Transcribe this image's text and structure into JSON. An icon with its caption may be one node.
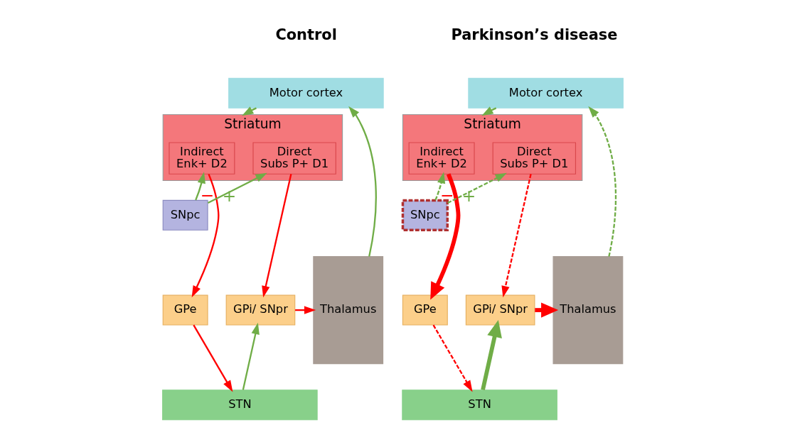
{
  "diagram": {
    "nodes": [
      {
        "text": [
          "Motor cortex"
        ]
      },
      {
        "text": [
          "Striatum"
        ]
      },
      {
        "text": [
          "Indirect",
          "Enk+ D2"
        ],
        "in": 1
      },
      {
        "text": [
          "Direct",
          "Subs P+ D1"
        ],
        "in": 1
      },
      {
        "text": [
          "SNpc"
        ]
      },
      {
        "text": [
          "GPe"
        ]
      },
      {
        "text": [
          "GPi/ SNpr"
        ]
      },
      {
        "text": [
          "Thalamus"
        ]
      },
      {
        "text": [
          "STN"
        ]
      },
      {
        "text": [
          "Motor cortex"
        ]
      },
      {
        "text": [
          "Striatum"
        ]
      },
      {
        "text": [
          "Indirect",
          "Enk+ D2"
        ],
        "in": 10
      },
      {
        "text": [
          "Direct",
          "Subs P+ D1"
        ],
        "in": 10
      },
      {
        "text": [
          "SNpc"
        ]
      },
      {
        "text": [
          "GPe"
        ]
      },
      {
        "text": [
          "GPi/ SNpr"
        ]
      },
      {
        "text": [
          "Thalamus"
        ]
      },
      {
        "text": [
          "STN"
        ]
      }
    ],
    "edges": [
      {
        "from": 0,
        "to": 1,
        "arrow": "to"
      },
      {
        "from": 7,
        "to": 0,
        "arrow": "to"
      },
      {
        "from": 4,
        "to": 2,
        "arrow": "to",
        "label": "−"
      },
      {
        "from": 4,
        "to": 3,
        "arrow": "to",
        "label": "+"
      },
      {
        "from": 2,
        "to": 5,
        "arrow": "to",
        "color": "#ff0000"
      },
      {
        "from": 3,
        "to": 6,
        "arrow": "to",
        "color": "#ff0000"
      },
      {
        "from": 6,
        "to": 7,
        "arrow": "to",
        "color": "#ff0000"
      },
      {
        "from": 5,
        "to": 8,
        "arrow": "to",
        "color": "#ff0000"
      },
      {
        "from": 8,
        "to": 6,
        "arrow": "to"
      },
      {
        "from": 9,
        "to": 10,
        "arrow": "to"
      },
      {
        "from": 16,
        "to": 9,
        "arrow": "to",
        "style": "dashed"
      },
      {
        "from": 13,
        "to": 11,
        "arrow": "to",
        "label": "−",
        "style": "dashed"
      },
      {
        "from": 13,
        "to": 12,
        "arrow": "to",
        "label": "+",
        "style": "dashed"
      },
      {
        "from": 11,
        "to": 14,
        "arrow": "to",
        "style": "thick",
        "color": "#ff0000"
      },
      {
        "from": 12,
        "to": 15,
        "arrow": "to",
        "style": "dashed",
        "color": "#ff0000"
      },
      {
        "from": 15,
        "to": 16,
        "arrow": "to",
        "style": "thick",
        "color": "#ff0000"
      },
      {
        "from": 14,
        "to": 17,
        "arrow": "to",
        "style": "dashed",
        "color": "#ff0000"
      },
      {
        "from": 17,
        "to": 15,
        "arrow": "to",
        "style": "thick"
      }
    ],
    "labels": [
      "Control",
      "Parkinson’s disease"
    ]
  }
}
